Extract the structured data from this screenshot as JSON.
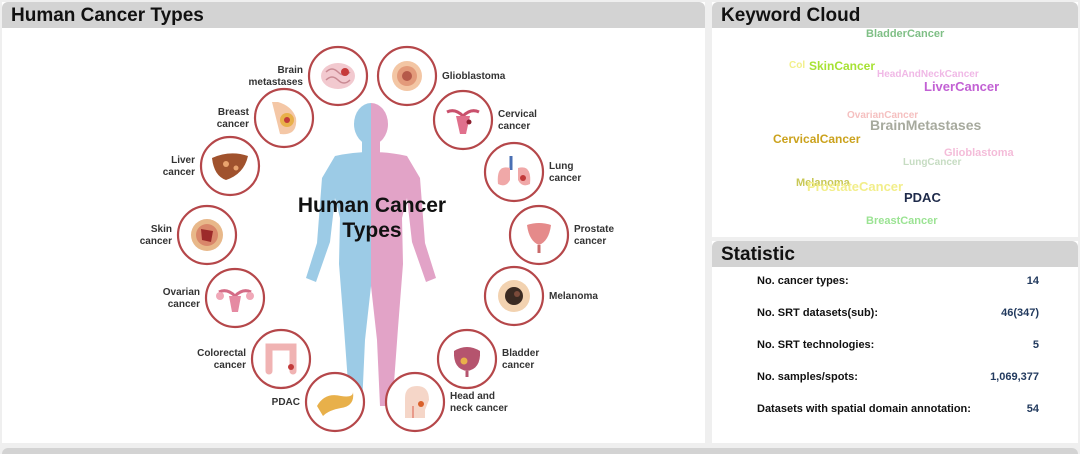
{
  "types_panel": {
    "title": "Human Cancer Types",
    "figure_title": [
      "Human Cancer",
      "Types"
    ],
    "left_labels": [
      [
        "Brain",
        "metastases"
      ],
      [
        "Breast",
        "cancer"
      ],
      [
        "Liver",
        "cancer"
      ],
      [
        "Skin",
        "cancer"
      ],
      [
        "Ovarian",
        "cancer"
      ],
      [
        "Colorectal",
        "cancer"
      ],
      [
        "PDAC"
      ]
    ],
    "right_labels": [
      [
        "Glioblastoma"
      ],
      [
        "Cervical",
        "cancer"
      ],
      [
        "Lung",
        "cancer"
      ],
      [
        "Prostate",
        "cancer"
      ],
      [
        "Melanoma"
      ],
      [
        "Bladder",
        "cancer"
      ],
      [
        "Head and",
        "neck cancer"
      ]
    ],
    "icon_names": {
      "left": [
        "brain-icon",
        "breast-icon",
        "liver-icon",
        "skin-icon",
        "ovary-icon",
        "colon-icon",
        "pancreas-icon"
      ],
      "right": [
        "glioblastoma-icon",
        "uterus-icon",
        "lungs-icon",
        "prostate-icon",
        "melanoma-icon",
        "bladder-icon",
        "head-neck-icon"
      ]
    },
    "colors": {
      "ring": "#b5474a",
      "body_left": "#9ccbe6",
      "body_right": "#e2a3c7"
    }
  },
  "cloud_panel": {
    "title": "Keyword Cloud",
    "words": [
      {
        "text": "BladderCancer",
        "color": "#7fbf86"
      },
      {
        "text": "Col",
        "color": "#f2f08a"
      },
      {
        "text": "SkinCancer",
        "color": "#a7e234"
      },
      {
        "text": "HeadAndNeckCancer",
        "color": "#f0b8e6"
      },
      {
        "text": "LiverCancer",
        "color": "#c261d4"
      },
      {
        "text": "OvarianCancer",
        "color": "#f5c0c0"
      },
      {
        "text": "CervicalCancer",
        "color": "#cba21d"
      },
      {
        "text": "BrainMetastases",
        "color": "#a7aa9e"
      },
      {
        "text": "Glioblastoma",
        "color": "#f4bcd9"
      },
      {
        "text": "LungCancer",
        "color": "#c6dcc2"
      },
      {
        "text": "Melanoma",
        "color": "#c8c856"
      },
      {
        "text": "ProstateCancer",
        "color": "#f2ee8a"
      },
      {
        "text": "PDAC",
        "color": "#1e2a4a"
      },
      {
        "text": "BreastCancer",
        "color": "#9be393"
      }
    ]
  },
  "stat_panel": {
    "title": "Statistic",
    "rows": [
      {
        "label": "No. cancer types:",
        "value": "14"
      },
      {
        "label": "No. SRT datasets(sub):",
        "value": "46(347)"
      },
      {
        "label": "No. SRT technologies:",
        "value": "5"
      },
      {
        "label": "No. samples/spots:",
        "value": "1,069,377"
      },
      {
        "label": "Datasets with spatial domain annotation:",
        "value": "54"
      }
    ]
  }
}
